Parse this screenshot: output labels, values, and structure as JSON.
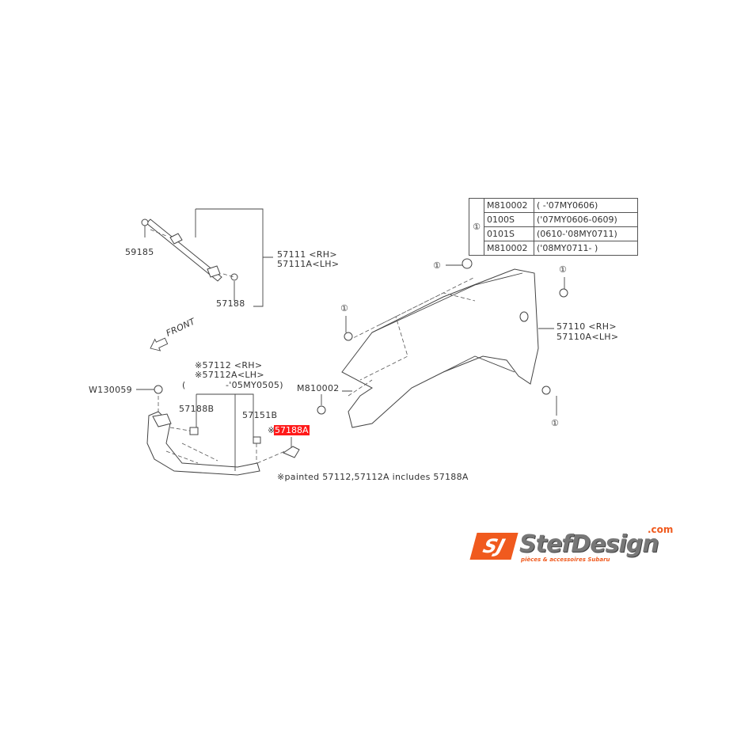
{
  "table": {
    "ref": "①",
    "rows": [
      {
        "part": "M810002",
        "range": "(      -'07MY0606)"
      },
      {
        "part": "0100S",
        "range": "('07MY0606-0609)"
      },
      {
        "part": "0101S",
        "range": "(0610-'08MY0711)"
      },
      {
        "part": "M810002",
        "range": "('08MY0711-      )"
      }
    ]
  },
  "labels": {
    "p59185": "59185",
    "p57111": "57111 <RH>",
    "p57111a": "57111A<LH>",
    "p57188": "57188",
    "front": "FRONT",
    "p57112": "※57112 <RH>",
    "p57112a": "※57112A<LH>",
    "range_open": "(",
    "range_close": "-'05MY0505)",
    "w130059": "W130059",
    "p57188b": "57188B",
    "p57151b": "57151B",
    "p57188a_mark": "※",
    "p57188a": "57188A",
    "m810002": "M810002",
    "p57110": "57110 <RH>",
    "p57110a": "57110A<LH>",
    "ref1": "①",
    "note": "※painted 57112,57112A includes 57188A"
  },
  "logo": {
    "mark": "SJ",
    "name": "StefDesign",
    "domain": ".com",
    "tagline": "pièces & accessoires Subaru",
    "colors": {
      "accent": "#f05a1e",
      "gray": "#777777"
    }
  },
  "highlight_color": "#ff1a1a"
}
